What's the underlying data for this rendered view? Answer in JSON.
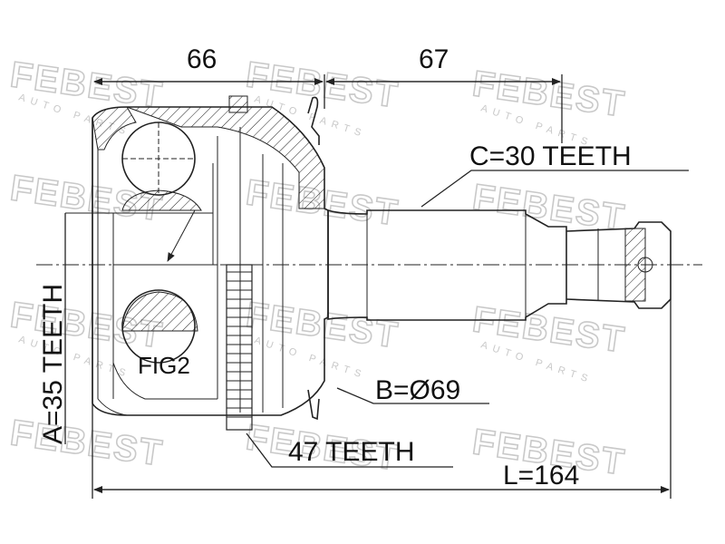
{
  "watermark": {
    "brand": "FEBEST",
    "sub": "AUTO PARTS"
  },
  "dimensions": {
    "left_length": "66",
    "right_length": "67",
    "total_length": "L=164"
  },
  "labels": {
    "outer_teeth": "C=30 TEETH",
    "inner_teeth": "A=35 TEETH",
    "bore": "B=Ø69",
    "abs_ring": "47 TEETH",
    "fig": "FIG2"
  },
  "colors": {
    "line": "#222222",
    "watermark": "#c9c9c9"
  }
}
